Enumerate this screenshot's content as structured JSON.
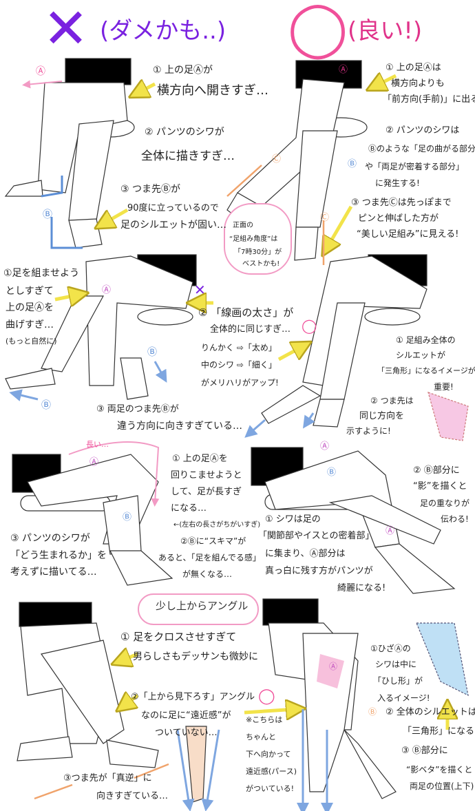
{
  "header": {
    "bad_mark": "✕",
    "bad_label": "(ダメかも..)",
    "good_mark": "◯",
    "good_label": "(良い!)"
  },
  "colors": {
    "bad": "#7a22e0",
    "good": "#f0509a",
    "arrow": "#f2e34a",
    "blue": "#5b8ed6",
    "orange": "#f0a36b"
  },
  "sections": {
    "s1_bad": [
      "① 上の足Ⓐが",
      "横方向へ開きすぎ…",
      "② パンツのシワが",
      "全体に描きすぎ…",
      "③ つま先Ⓑが",
      "90度に立っているので",
      "足のシルエットが固い…"
    ],
    "s1_good": [
      "① 上の足Ⓐは",
      "横方向よりも",
      "「前方向(手前)」に出る!",
      "② パンツのシワは",
      "Ⓑのような「足の曲がる部分」",
      "や「両足が密着する部分」",
      "に発生する!",
      "③ つま先Ⓒは先っぽまで",
      "ピンと伸ばした方が",
      "“美しい足組み”に見える!"
    ],
    "s1_bubble": [
      "正面の",
      "“足組み角度”は",
      "「7時30分」が",
      "ベストかも!"
    ],
    "s2_bad_left": [
      "①足を組ませよう",
      "としすぎて",
      "上の足Ⓐを",
      "曲げすぎ…",
      "(もっと自然に)"
    ],
    "s2_center": [
      "② 「線画の太さ」が",
      "全体的に同じすぎ…",
      "りんかく ⇨「太め」",
      "中のシワ ⇨「細く」",
      "がメリハリがアップ!"
    ],
    "s2_bad_bottom": [
      "③ 両足のつま先Ⓑが",
      "違う方向に向きすぎている…"
    ],
    "s2_good": [
      "① 足組み全体の",
      "シルエットが",
      "「三角形」になるイメージが",
      "重要!",
      "② つま先は",
      "同じ方向を",
      "示すように!"
    ],
    "s3_bad": [
      "長い…",
      "① 上の足Ⓐを",
      "回りこませようと",
      "して、足が長すぎ",
      "になる…",
      "←(左右の長さがちがいすぎ)",
      "③ パンツのシワが",
      "「どう生まれるか」を",
      "考えずに描いてる…",
      "②Ⓑに“スキマ”が",
      "あると、「足を組んでる感」",
      "が無くなる…"
    ],
    "s3_good": [
      "② Ⓑ部分に",
      "“影”を描くと",
      "足の重なりが",
      "伝わる!",
      "① シワは足の",
      "「関節部やイスとの密着部」",
      "に集まり、Ⓐ部分は",
      "真っ白に残す方がパンツが",
      "綺麗になる!"
    ],
    "s4_title": "少し上からアングル",
    "s4_bad": [
      "① 足をクロスさせすぎて",
      "男らしさもデッサンも微妙に",
      "②「上から見下ろす」アングル",
      "なのに足に“遠近感”が",
      "ついていない…",
      "③つま先が「真逆」に",
      "向きすぎている…"
    ],
    "s4_note": [
      "※こちらは",
      "ちゃんと",
      "下へ向かって",
      "遠近感(パース)",
      "がついている!"
    ],
    "s4_good": [
      "①ひざⒶの",
      "シワは中に",
      "「ひし形」が",
      "入るイメージ!",
      "② 全体のシルエットは",
      "「三角形」になる!",
      "③ Ⓑ部分に",
      "“影ベタ”を描くと",
      "両足の位置(上下)"
    ],
    "labels": {
      "A": "Ⓐ",
      "B": "Ⓑ",
      "C": "Ⓒ",
      "x": "✕",
      "o": "◯"
    }
  }
}
